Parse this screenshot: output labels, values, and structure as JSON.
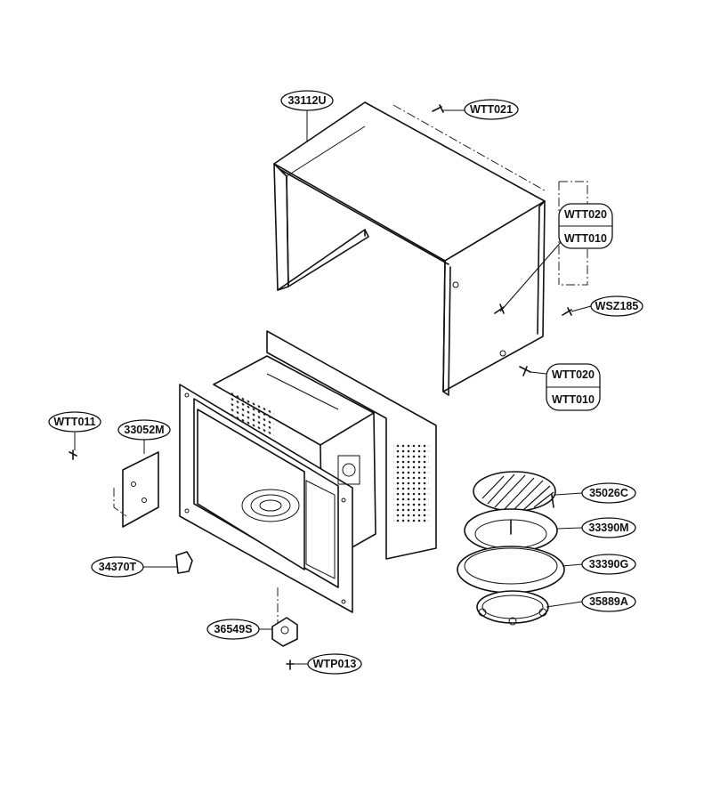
{
  "callouts": [
    {
      "id": "cabinet",
      "text": "33112U"
    },
    {
      "id": "screw-top-rear",
      "text": "WTT021"
    },
    {
      "id": "screw-side-a1",
      "text": "WTT020"
    },
    {
      "id": "screw-side-a2",
      "text": "WTT010"
    },
    {
      "id": "screw-rear-side",
      "text": "WSZ185"
    },
    {
      "id": "screw-side-b1",
      "text": "WTT020"
    },
    {
      "id": "screw-side-b2",
      "text": "WTT010"
    },
    {
      "id": "screw-left",
      "text": "WTT011"
    },
    {
      "id": "cover-plate",
      "text": "33052M"
    },
    {
      "id": "switch-lever",
      "text": "34370T"
    },
    {
      "id": "turntable-motor",
      "text": "36549S"
    },
    {
      "id": "screw-motor",
      "text": "WTP013"
    },
    {
      "id": "grill-rack",
      "text": "35026C"
    },
    {
      "id": "tray",
      "text": "33390M"
    },
    {
      "id": "tray-plate",
      "text": "33390G"
    },
    {
      "id": "roller-ring",
      "text": "35889A"
    }
  ]
}
